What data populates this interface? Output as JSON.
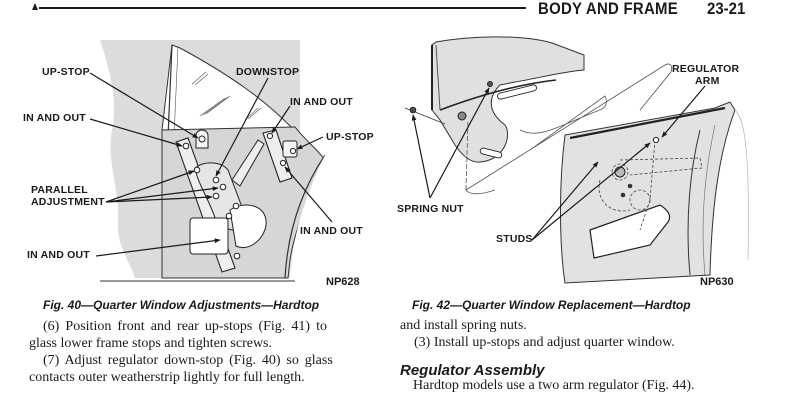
{
  "header": {
    "section_title": "BODY AND FRAME",
    "page_number": "23-21"
  },
  "figure_40": {
    "labels": {
      "up_stop_left": "UP-STOP",
      "downstop": "DOWNSTOP",
      "in_and_out_top_right": "IN AND OUT",
      "in_and_out_left": "IN AND OUT",
      "up_stop_right": "UP-STOP",
      "parallel_line1": "PARALLEL",
      "parallel_line2": "ADJUSTMENT",
      "in_and_out_bottom_right": "IN AND OUT",
      "in_and_out_bottom_left": "IN AND OUT"
    },
    "plate_id": "NP628",
    "caption": "Fig. 40—Quarter Window Adjustments—Hardtop"
  },
  "figure_42": {
    "labels": {
      "regulator_line1": "REGULATOR",
      "regulator_line2": "ARM",
      "spring_nut": "SPRING NUT",
      "studs": "STUDS"
    },
    "plate_id": "NP630",
    "caption": "Fig. 42—Quarter Window Replacement—Hardtop"
  },
  "left_column": {
    "para6_line1": "(6) Position front and rear up-stops (Fig. 41) to",
    "para6_line2": "glass lower frame stops and tighten screws.",
    "para7_line1": "(7) Adjust regulator down-stop (Fig. 40) so glass",
    "para7_line2": "contacts outer weatherstrip lightly for full length."
  },
  "right_column": {
    "cont_line": "and install spring nuts.",
    "para3": "(3) Install up-stops and adjust quarter window.",
    "section_heading": "Regulator Assembly",
    "section_text": "Hardtop models use a two arm regulator (Fig. 44)."
  }
}
